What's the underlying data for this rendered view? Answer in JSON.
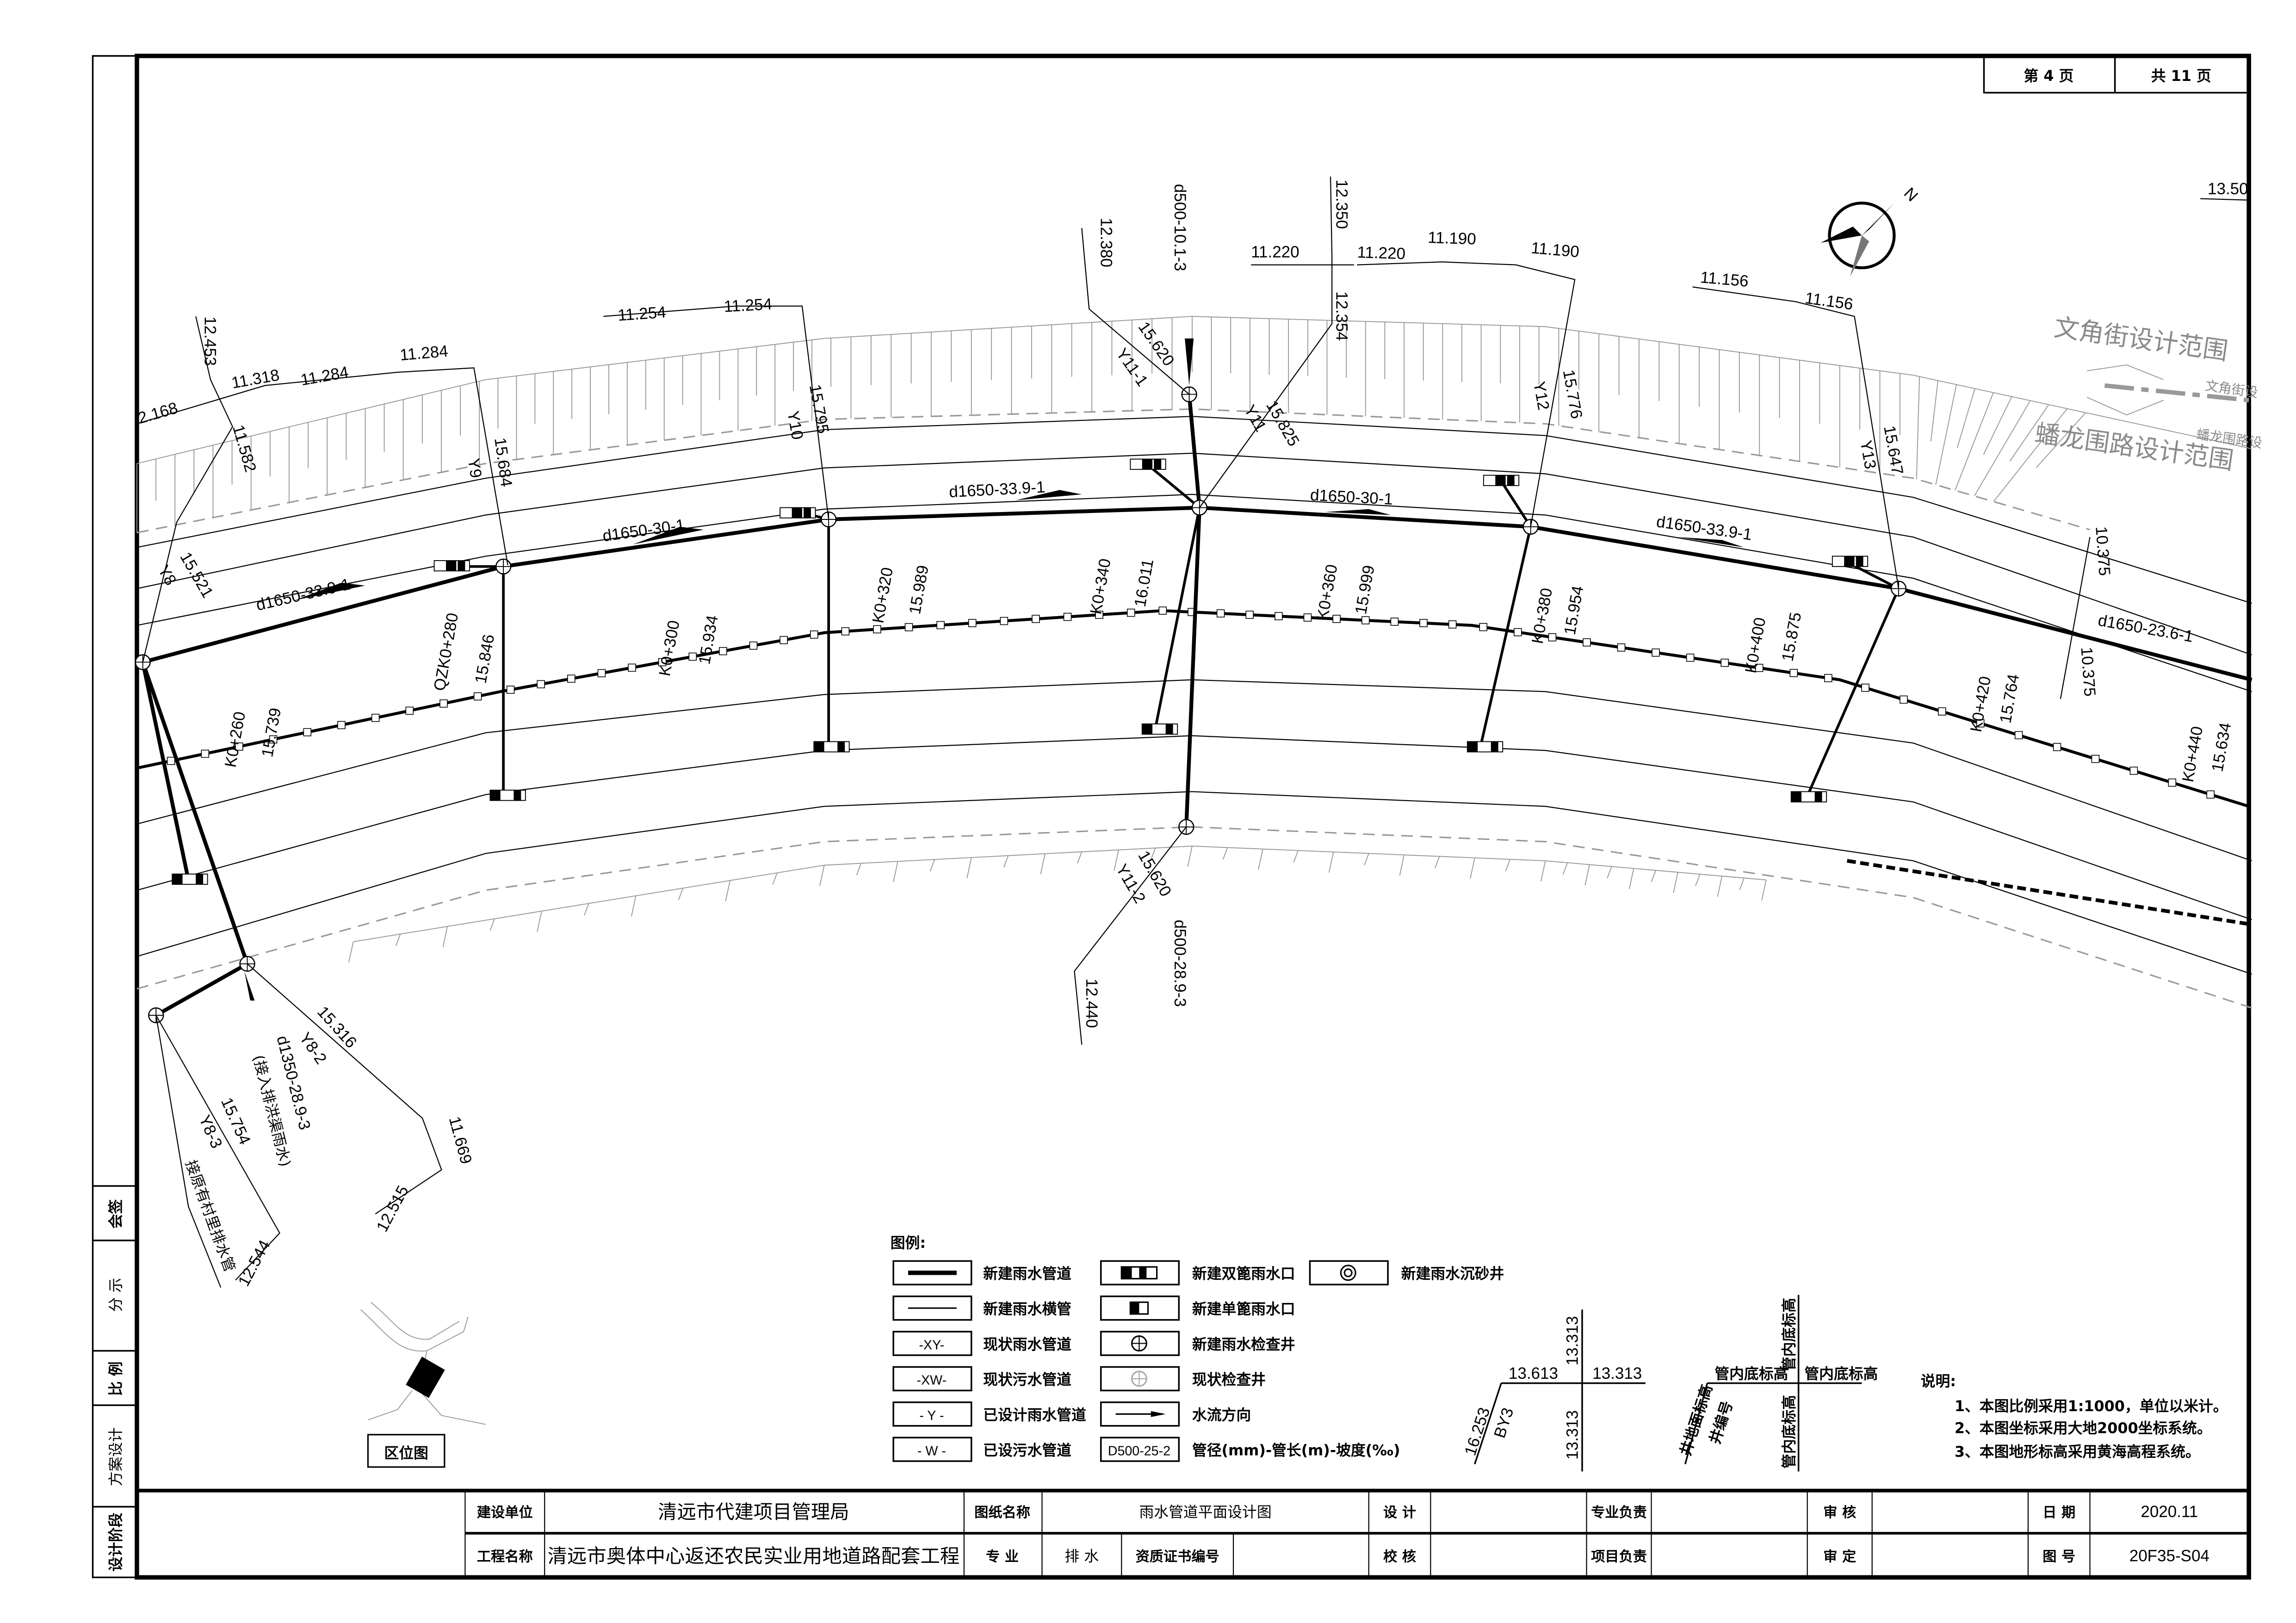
{
  "page": {
    "current": "第  4  页",
    "total": "共  11  页"
  },
  "left_strip": [
    "会签",
    "分 示",
    "比 例",
    "方案设计",
    "设计阶段"
  ],
  "plan": {
    "top_elevations": [
      "2.168",
      "12.453",
      "11.318",
      "11.284",
      "11.284",
      "11.582",
      "11.254",
      "11.254",
      "12.380",
      "12.350",
      "11.220",
      "11.220",
      "11.190",
      "11.190",
      "12.354",
      "11.156",
      "11.156",
      "13.50"
    ],
    "wells": [
      "Y8",
      "15.521",
      "Y9",
      "15.684",
      "Y10",
      "15.795",
      "Y11-1",
      "15.620",
      "Y11",
      "15.825",
      "Y12",
      "15.776",
      "Y13",
      "15.647",
      "10.375",
      "10.375"
    ],
    "pipes": [
      "d1650-33.9-1",
      "d1650-30-1",
      "d1650-33.9-1",
      "d1650-30-1",
      "d1650-33.9-1",
      "d1650-23.6-1",
      "d500-10.1-3"
    ],
    "chainage": [
      "K0+260",
      "15.739",
      "QZK0+280",
      "15.846",
      "K0+300",
      "15.934",
      "K0+320",
      "15.989",
      "K0+340",
      "16.011",
      "K0+360",
      "15.999",
      "K0+380",
      "15.954",
      "K0+400",
      "15.875",
      "K0+420",
      "15.764",
      "K0+440",
      "15.634"
    ],
    "bottom": [
      "Y11-2",
      "15.620",
      "d500-28.9-3",
      "12.440"
    ],
    "lower_left": [
      "15.316",
      "Y8-2",
      "d1350-28.9-3",
      "(接入排洪渠雨水)",
      "15.754",
      "Y8-3",
      "接原有村里排水管",
      "11.669",
      "12.515",
      "12.544"
    ],
    "watermarks": [
      "文角街设计范围",
      "蟠龙围路设计范围",
      "文角街设",
      "蟠龙围路设"
    ],
    "north": "N"
  },
  "legend": {
    "title": "图例:",
    "items": [
      {
        "symbol": "",
        "label": "新建雨水管道"
      },
      {
        "symbol": "",
        "label": "新建雨水横管"
      },
      {
        "symbol": "-XY-",
        "label": "现状雨水管道"
      },
      {
        "symbol": "-XW-",
        "label": "现状污水管道"
      },
      {
        "symbol": "- Y -",
        "label": "已设计雨水管道"
      },
      {
        "symbol": "- W -",
        "label": "已设污水管道"
      },
      {
        "symbol": "",
        "label": "新建双篦雨水口"
      },
      {
        "symbol": "",
        "label": "新建单篦雨水口"
      },
      {
        "symbol": "",
        "label": "新建雨水检查井"
      },
      {
        "symbol": "",
        "label": "现状检查井"
      },
      {
        "symbol": "",
        "label": "水流方向"
      },
      {
        "symbol": "D500-25-2",
        "label": "管径(mm)-管长(m)-坡度(‰)"
      },
      {
        "symbol": "",
        "label": "新建雨水沉砂井"
      }
    ]
  },
  "well_key": {
    "example": [
      "16.253",
      "BY3",
      "13.613",
      "13.313",
      "13.313",
      "13.313"
    ],
    "labels": [
      "井地面标高",
      "井编号",
      "管内底标高",
      "管内底标高",
      "管内底标高",
      "管内底标高"
    ]
  },
  "notes": {
    "title": "说明:",
    "items": [
      "1、本图比例采用1:1000，单位以米计。",
      "2、本图坐标采用大地2000坐标系统。",
      "3、本图地形标高采用黄海高程系统。"
    ]
  },
  "location_map": {
    "label": "区位图"
  },
  "title_block": {
    "builder_label": "建设单位",
    "builder": "清远市代建项目管理局",
    "project_label": "工程名称",
    "project": "清远市奥体中心返还农民实业用地道路配套工程",
    "drawing_label": "图纸名称",
    "drawing": "雨水管道平面设计图",
    "discipline_label": "专  业",
    "discipline": "排 水",
    "cert_label": "资质证书编号",
    "design_label": "设 计",
    "check_label": "校 核",
    "lead_label": "专业负责",
    "pm_label": "项目负责",
    "review_label": "审 核",
    "approve_label": "审 定",
    "date_label": "日 期",
    "date": "2020.11",
    "number_label": "图 号",
    "number": "20F35-S04"
  }
}
